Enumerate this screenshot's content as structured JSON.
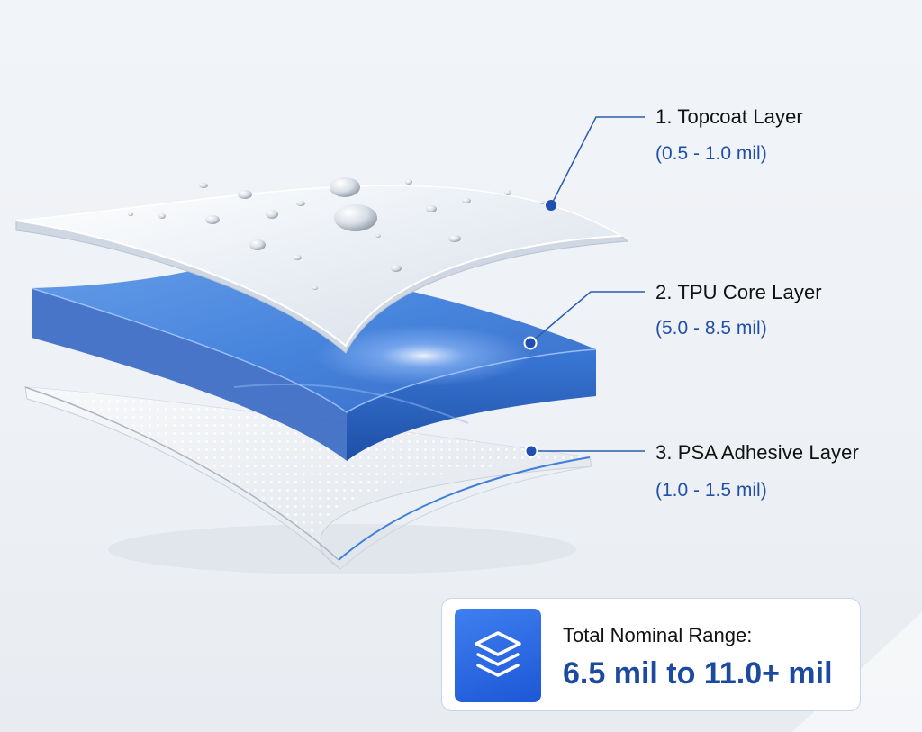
{
  "layers": [
    {
      "name": "1. Topcoat Layer",
      "range": "(0.5 - 1.0 mil)"
    },
    {
      "name": "2. TPU Core Layer",
      "range": "(5.0 - 8.5 mil)"
    },
    {
      "name": "3. PSA Adhesive Layer",
      "range": "(1.0 - 1.5 mil)"
    }
  ],
  "total": {
    "title": "Total Nominal Range:",
    "value": "6.5 mil to 11.0+ mil",
    "icon": "layers-icon"
  },
  "colors": {
    "accent_blue": "#1f4fa8",
    "tpu_blue": "#3a7ad8",
    "callout_line": "#2a5db0",
    "icon_tile": "#2563e0"
  }
}
